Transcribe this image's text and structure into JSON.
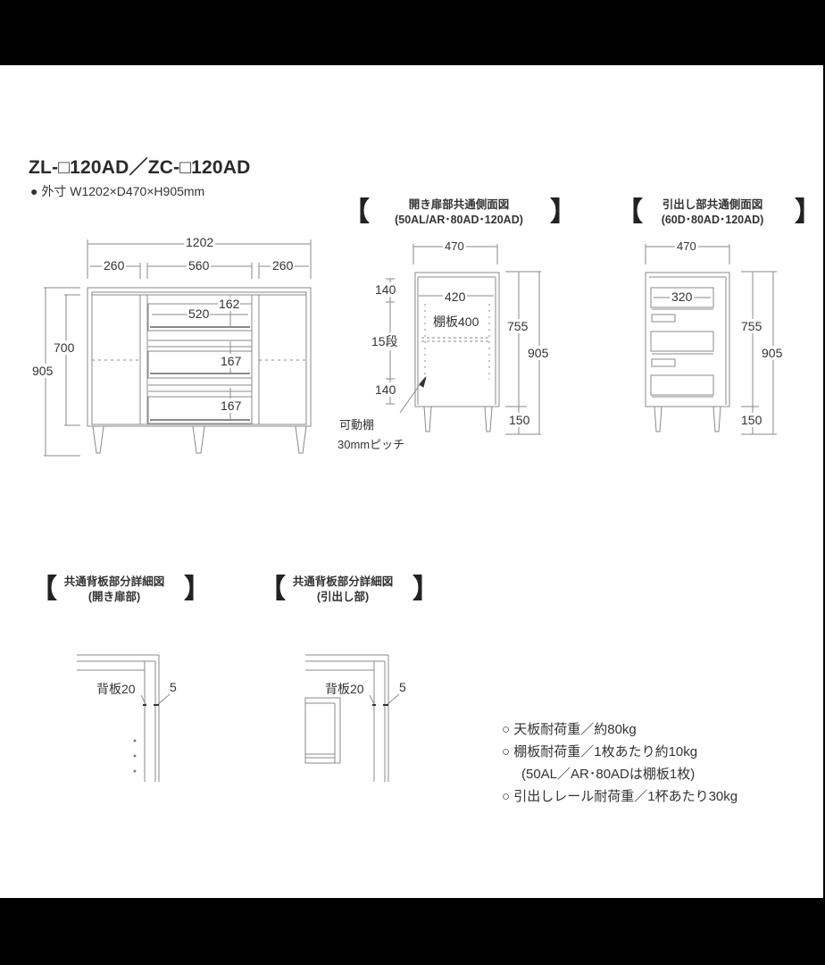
{
  "header": {
    "title": "ZL-□120AD／ZC-□120AD",
    "bullet": "●",
    "dimensions": "外寸 W1202×D470×H905mm"
  },
  "front_view": {
    "overall_width": "1202",
    "left_door_width": "260",
    "center_width": "560",
    "right_door_width": "260",
    "overall_height": "905",
    "body_height": "700",
    "drawer_inner_width": "520",
    "drawer_heights": [
      "162",
      "167",
      "167"
    ]
  },
  "door_side_view": {
    "title_line1": "開き扉部共通側面図",
    "title_line2": "(50AL/AR･80AD･120AD)",
    "depth": "470",
    "inner_depth": "420",
    "shelf_depth": "棚板400",
    "top_margin": "140",
    "steps": "15段",
    "bottom_margin": "140",
    "body_height": "755",
    "total_height": "905",
    "leg_height": "150",
    "adjustable_label_line1": "可動棚",
    "adjustable_label_line2": "30mmピッチ"
  },
  "drawer_side_view": {
    "title_line1": "引出し部共通側面図",
    "title_line2": "(60D･80AD･120AD)",
    "depth": "470",
    "drawer_depth": "320",
    "body_height": "755",
    "total_height": "905",
    "leg_height": "150"
  },
  "back_detail_door": {
    "title_line1": "共通背板部分詳細図",
    "title_line2": "(開き扉部)",
    "back_label": "背板20",
    "gap_label": "5"
  },
  "back_detail_drawer": {
    "title_line1": "共通背板部分詳細図",
    "title_line2": "(引出し部)",
    "back_label": "背板20",
    "gap_label": "5"
  },
  "load_notes": {
    "bullet": "○",
    "items": [
      "天板耐荷重／約80kg",
      "棚板耐荷重／1枚あたり約10kg",
      "(50AL／AR･80ADは棚板1枚)",
      "引出しレール耐荷重／1杯あたり30kg"
    ]
  },
  "colors": {
    "line": "#8a8a8a",
    "text": "#333333",
    "background": "#ffffff",
    "frame": "#000000"
  }
}
